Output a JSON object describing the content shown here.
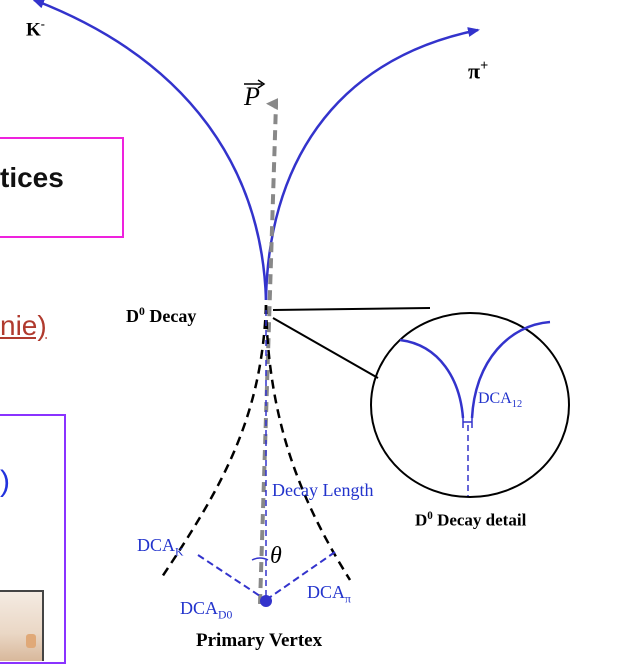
{
  "slide_fragments": {
    "box_text": "tices",
    "link_text": "nie)",
    "paren_text": ")"
  },
  "diagram": {
    "kaon_label": "K",
    "kaon_charge": "-",
    "pion_label": "π",
    "pion_charge": "+",
    "momentum_label": "P",
    "d0_decay_label_main": "D",
    "d0_decay_label_sup": "0",
    "d0_decay_label_rest": " Decay",
    "dca12_main": "DCA",
    "dca12_sub": "12",
    "detail_main": "D",
    "detail_sup": "0",
    "detail_rest": " Decay detail",
    "decay_length_label": "Decay Length",
    "dcak_main": "DCA",
    "dcak_sub": "K",
    "theta_label": "θ",
    "dcapi_main": "DCA",
    "dcapi_sub": "π",
    "dcad0_main": "DCA",
    "dcad0_sub": "D0",
    "primary_vertex_label": "Primary Vertex"
  },
  "colors": {
    "track_blue": "#3333cc",
    "momentum_gray": "#888888",
    "box_magenta": "#ee22dd",
    "box_purple": "#8a33ff",
    "link_red": "#b03a2e",
    "label_blue": "#2233cc"
  }
}
